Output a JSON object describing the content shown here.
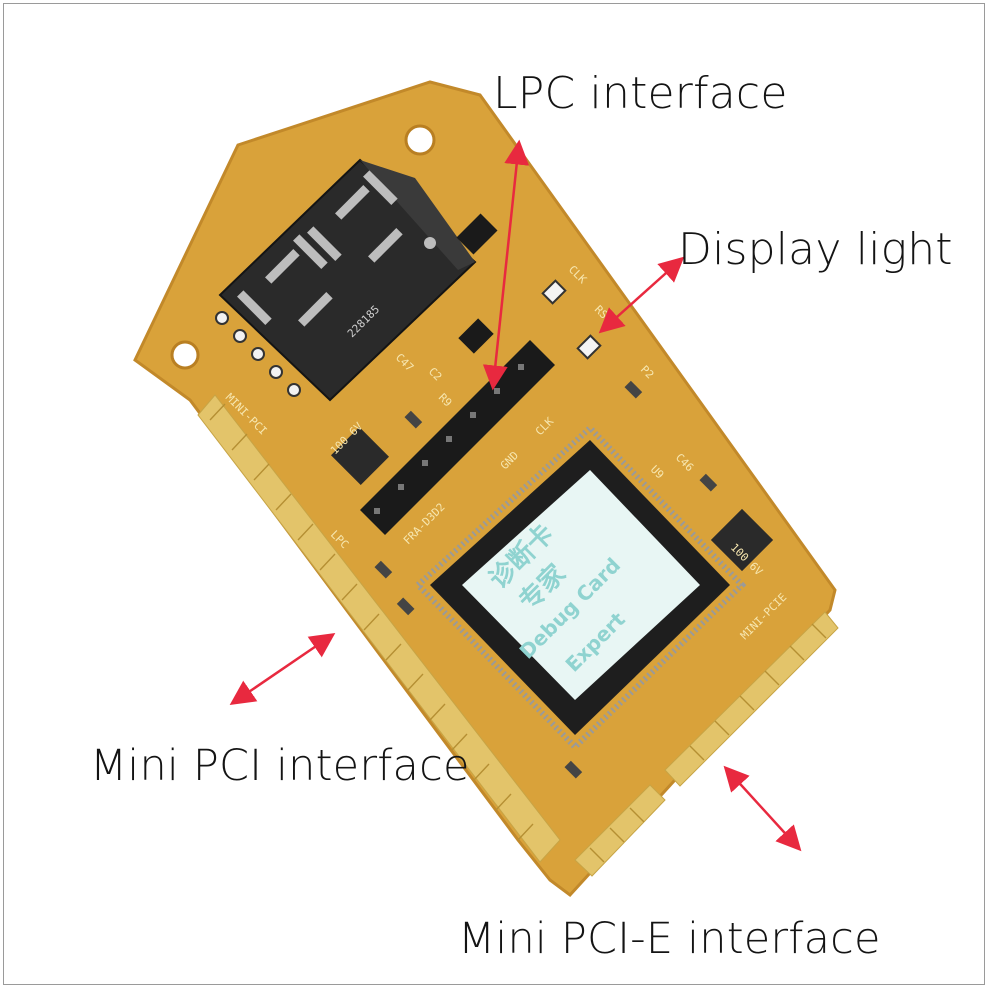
{
  "labels": {
    "lpc": "LPC interface",
    "display": "Display light",
    "mini_pci": "Mini PCI interface",
    "mini_pcie": "Mini PCI-E interface"
  },
  "chip": {
    "line1": "诊断卡",
    "line2": "专家",
    "line3": "Debug Card",
    "line4": "Expert"
  },
  "display": {
    "digits": "88",
    "part": "228185"
  },
  "silkscreen": {
    "mini_pci": "MINI-PCI",
    "mini_pcie": "MINI-PCIE",
    "lpc": "LPC",
    "part": "FRA-D3D2",
    "gnd": "GND",
    "clk": "CLK",
    "clk2": "CLK",
    "rst": "RST",
    "c47": "C47",
    "c2": "C2",
    "r9": "R9",
    "u9": "U9",
    "c46": "C46",
    "p2": "P2",
    "cap1": "100 6V",
    "cap2": "100 6V"
  },
  "colors": {
    "board": "#d9a23a",
    "board_edge": "#c2892a",
    "gold": "#e3c46a",
    "arrow": "#e8293f",
    "chip": "#1e1e1e",
    "chip_label": "#e8f6f4",
    "display_body": "#2a2a2a",
    "segment": "#bdbdbd"
  }
}
